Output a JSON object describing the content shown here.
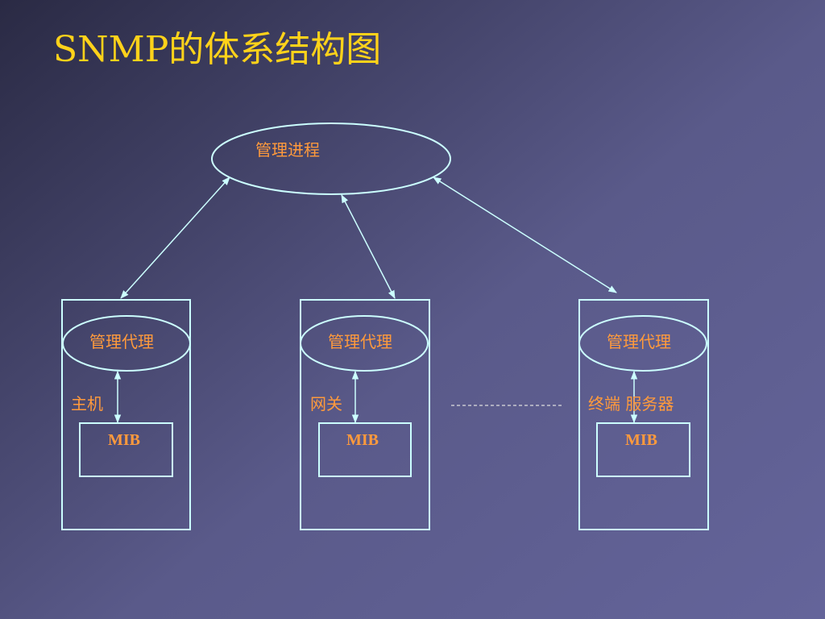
{
  "title": "SNMP的体系结构图",
  "manager": {
    "label": "管理进程"
  },
  "nodes": [
    {
      "agent_label": "管理代理",
      "device_label": "主机",
      "mib_label": "MIB"
    },
    {
      "agent_label": "管理代理",
      "device_label": "网关",
      "mib_label": "MIB"
    },
    {
      "agent_label": "管理代理",
      "device_label": "终端 服务器",
      "mib_label": "MIB"
    }
  ],
  "colors": {
    "title": "#ffd21a",
    "labels": "#ff9a3c",
    "lines": "#ccffff",
    "dashed": "#dddddd"
  }
}
